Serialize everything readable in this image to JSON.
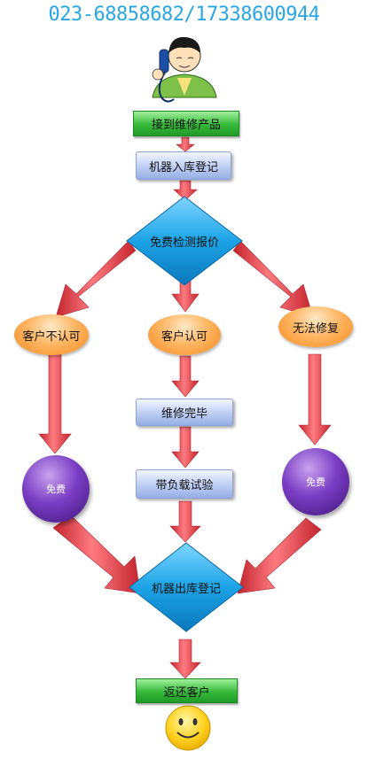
{
  "header": {
    "phone": "023-68858682/17338600944"
  },
  "steps": {
    "receive": "接到维修产品",
    "register_in": "机器入库登记",
    "inspect_quote": "免费检测报价",
    "customer_reject": "客户不认可",
    "customer_accept": "客户认可",
    "unrepairable": "无法修复",
    "repair_done": "维修完毕",
    "load_test": "带负载试验",
    "free_left": "免费",
    "free_right": "免费",
    "register_out": "机器出库登记",
    "return_customer": "返还客户"
  },
  "colors": {
    "phone_text": "#2aa6e6",
    "arrow": "#e8434a",
    "diamond": "#1ca3e6",
    "node_green": "#37b93b",
    "node_blue": "#bdcdf3",
    "node_orange": "#f59a2e",
    "node_purple": "#6a2fb3"
  },
  "icons": {
    "top": "operator-on-phone-icon",
    "bottom": "smiley-face-icon"
  }
}
